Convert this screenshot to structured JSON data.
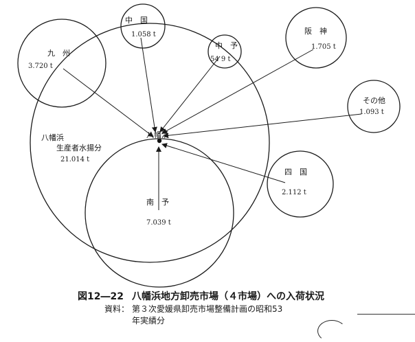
{
  "diagram": {
    "center": {
      "name": "八幡浜",
      "color": "#111111"
    },
    "main_circle": {
      "line1": "八幡浜",
      "line2": "生産者水揚分",
      "value": "21.014 t"
    },
    "markets": [
      {
        "key": "kyushu",
        "label": "九　州",
        "value": "3.720 t"
      },
      {
        "key": "chugoku",
        "label": "中　国",
        "value": "1.058 t"
      },
      {
        "key": "chuyo",
        "label": "中　予",
        "value": "54 9 t"
      },
      {
        "key": "hanshin",
        "label": "阪　神",
        "value": "1.705 t"
      },
      {
        "key": "other",
        "label": "その他",
        "value": "1.093 t"
      },
      {
        "key": "shikoku",
        "label": "四　国",
        "value": "2.112 t"
      },
      {
        "key": "nanyo",
        "label": "南　予",
        "value": "7.039 t"
      }
    ]
  },
  "caption": {
    "figure_number": "図12―22",
    "title": "八幡浜地方卸売市場（４市場）への入荷状況"
  },
  "source": {
    "label": "資料：",
    "text_line1": "第３次愛媛県卸売市場整備計画の昭和53",
    "text_line2": "年実績分"
  },
  "colors": {
    "ink": "#1a1a1a",
    "background": "#ffffff"
  }
}
